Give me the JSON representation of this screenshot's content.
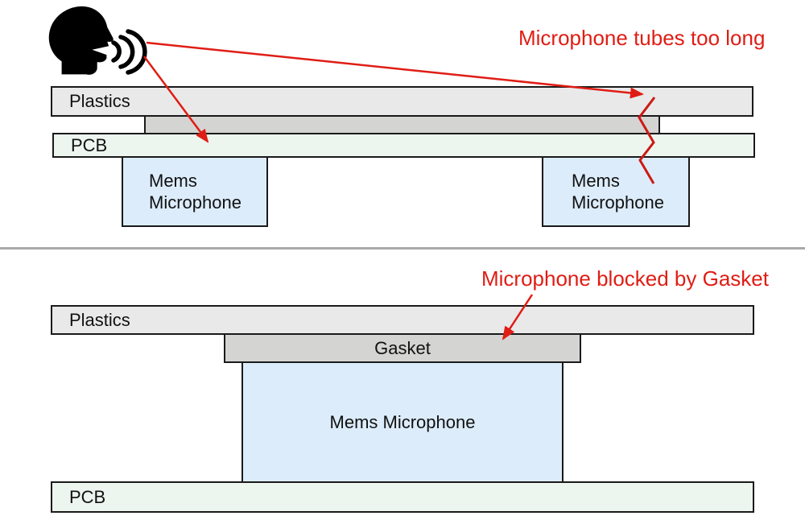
{
  "colors": {
    "annotation_red": "#df1d15",
    "plastics_fill": "#e9e9e9",
    "gasket_fill": "#d4d4d2",
    "pcb_fill": "#edf5ef",
    "mic_fill": "#dcecfa",
    "outline": "#1a1a1a",
    "divider_gray": "#a9a9a9",
    "icon_black": "#000000"
  },
  "icons": {
    "speaker": "speaking-head-icon",
    "waves": "sound-waves-icon"
  },
  "top_diagram": {
    "title": "Microphone tubes too long",
    "plastics_label": "Plastics",
    "pcb_label": "PCB",
    "mic_left": {
      "line1": "Mems",
      "line2": "Microphone"
    },
    "mic_right": {
      "line1": "Mems",
      "line2": "Microphone"
    }
  },
  "bottom_diagram": {
    "title": "Microphone blocked by Gasket",
    "plastics_label": "Plastics",
    "gasket_label": "Gasket",
    "mic_label": "Mems Microphone",
    "pcb_label": "PCB"
  }
}
